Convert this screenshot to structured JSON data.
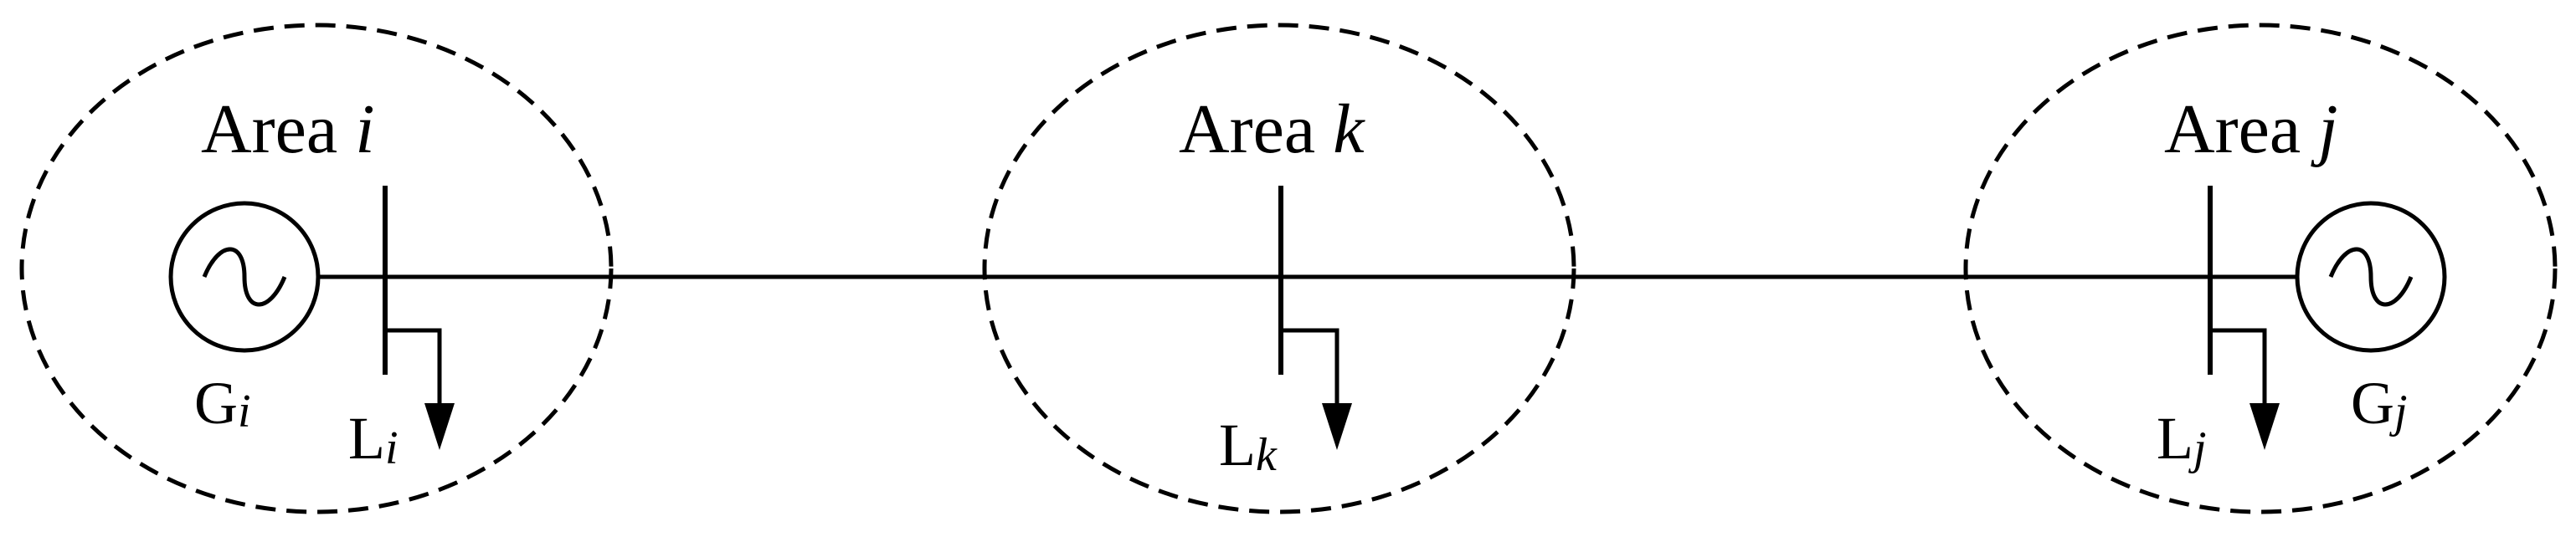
{
  "areas": [
    {
      "id": "i",
      "title": "Area",
      "index": "i",
      "generator": {
        "letter": "G",
        "sub": "i"
      },
      "load": {
        "letter": "L",
        "sub": "i"
      }
    },
    {
      "id": "k",
      "title": "Area",
      "index": "k",
      "generator": null,
      "load": {
        "letter": "L",
        "sub": "k"
      }
    },
    {
      "id": "j",
      "title": "Area",
      "index": "j",
      "generator": {
        "letter": "G",
        "sub": "j"
      },
      "load": {
        "letter": "L",
        "sub": "j"
      }
    }
  ],
  "colors": {
    "stroke": "#000000",
    "background": "#ffffff"
  },
  "icons": {
    "generator": "ac-generator-icon",
    "load": "load-arrow-icon"
  }
}
